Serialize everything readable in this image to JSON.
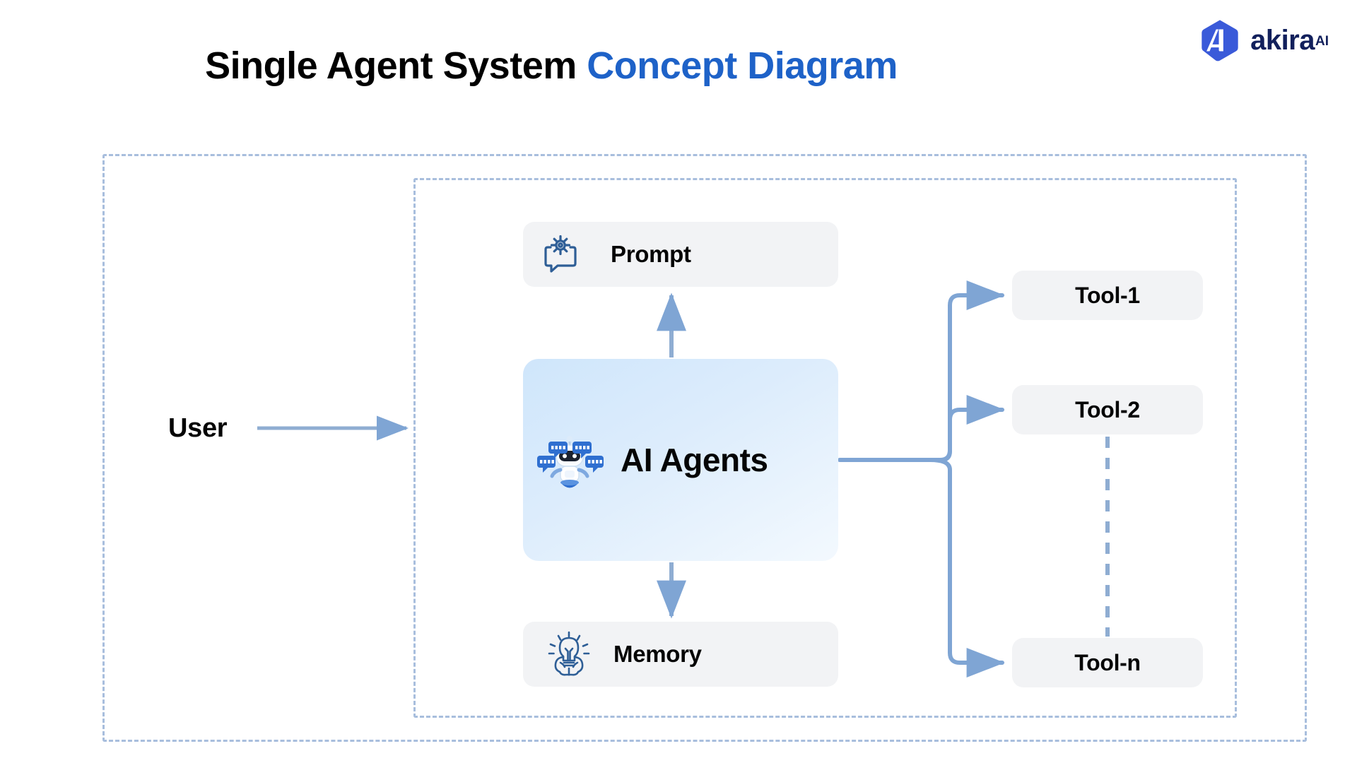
{
  "header": {
    "title_primary": "Single Agent System",
    "title_accent": "Concept Diagram",
    "brand_name": "akira",
    "brand_superscript": "AI"
  },
  "colors": {
    "accent_blue": "#1e62c8",
    "brand_navy": "#12205c",
    "logo_hex": "#3a5ad9",
    "connector_blue": "#7fa5d4",
    "dashed_border": "#a8bedd",
    "node_fill": "#f2f3f5",
    "agent_gradient_start": "#cfe6fb",
    "agent_gradient_end": "#f3f9fe",
    "icon_stroke": "#2e5e96"
  },
  "diagram": {
    "type": "concept-diagram",
    "external_actor": {
      "label": "User"
    },
    "boundaries": [
      {
        "name": "outer-boundary",
        "style": "dashed"
      },
      {
        "name": "inner-boundary",
        "style": "dashed"
      }
    ],
    "nodes": [
      {
        "id": "prompt",
        "label": "Prompt",
        "icon": "speech-bubble-gear-icon"
      },
      {
        "id": "ai-agents",
        "label": "AI Agents",
        "icon": "robot-chat-icon"
      },
      {
        "id": "memory",
        "label": "Memory",
        "icon": "lightbulb-brain-icon"
      },
      {
        "id": "tool-1",
        "label": "Tool-1",
        "icon": null
      },
      {
        "id": "tool-2",
        "label": "Tool-2",
        "icon": null
      },
      {
        "id": "tool-n",
        "label": "Tool-n",
        "icon": null
      }
    ],
    "edges": [
      {
        "from": "User",
        "to": "inner-boundary",
        "style": "solid",
        "arrow": true
      },
      {
        "from": "ai-agents",
        "to": "prompt",
        "style": "solid",
        "arrow": true
      },
      {
        "from": "ai-agents",
        "to": "memory",
        "style": "solid",
        "arrow": true
      },
      {
        "from": "ai-agents",
        "to": "tool-1",
        "style": "solid",
        "arrow": true
      },
      {
        "from": "ai-agents",
        "to": "tool-2",
        "style": "solid",
        "arrow": true
      },
      {
        "from": "ai-agents",
        "to": "tool-n",
        "style": "solid",
        "arrow": true
      },
      {
        "from": "tool-2",
        "to": "tool-n",
        "style": "dashed",
        "arrow": false
      }
    ]
  }
}
